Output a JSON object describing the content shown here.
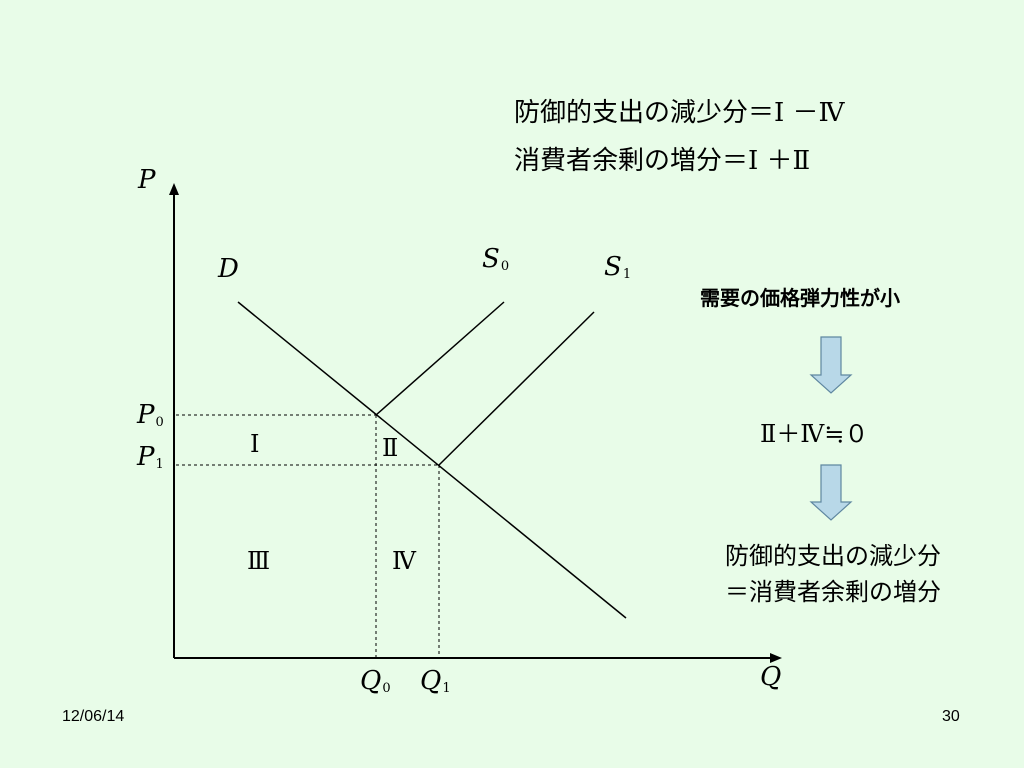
{
  "header": {
    "line1": "防御的支出の減少分＝Ⅰ －Ⅳ",
    "line2": "消費者余剰の増分＝Ⅰ ＋Ⅱ"
  },
  "axes": {
    "y_label": "P",
    "x_label": "Q"
  },
  "curves": {
    "demand": "D",
    "supply0": {
      "name": "S",
      "sub": "0"
    },
    "supply1": {
      "name": "S",
      "sub": "1"
    }
  },
  "ticks": {
    "p0": {
      "name": "P",
      "sub": "0"
    },
    "p1": {
      "name": "P",
      "sub": "1"
    },
    "q0": {
      "name": "Q",
      "sub": "0"
    },
    "q1": {
      "name": "Q",
      "sub": "1"
    }
  },
  "regions": {
    "r1": "Ⅰ",
    "r2": "Ⅱ",
    "r3": "Ⅲ",
    "r4": "Ⅳ"
  },
  "sidebar": {
    "title": "需要の価格弾力性が小",
    "equation": "Ⅱ＋Ⅳ≒０",
    "conclusion_line1": "防御的支出の減少分",
    "conclusion_line2": "＝消費者余剰の増分"
  },
  "footer": {
    "date": "12/06/14",
    "page": "30"
  },
  "colors": {
    "background": "#e8fce8",
    "arrow_fill": "#b8d8e8",
    "arrow_stroke": "#5f87a0"
  }
}
